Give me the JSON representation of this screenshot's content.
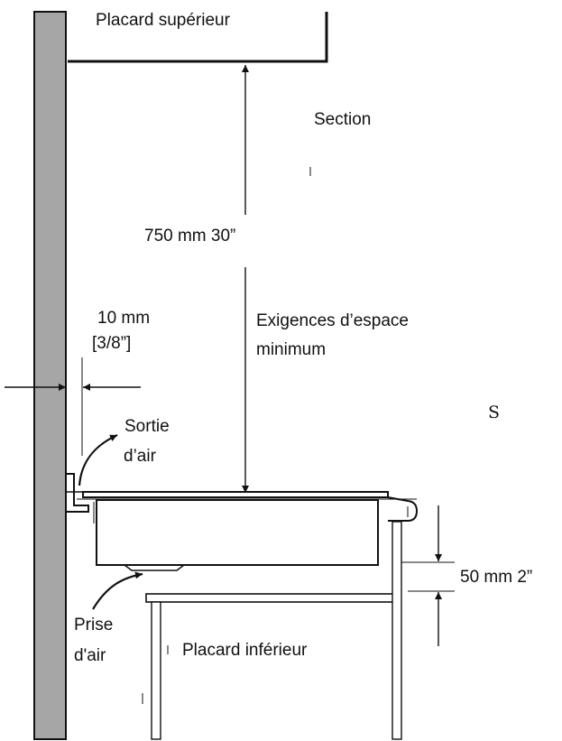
{
  "labels": {
    "upper_cabinet": "Placard supérieur",
    "section": "Section",
    "height_clearance": "750 mm 30”",
    "gap_line1": "10 mm",
    "gap_line2": "[3/8”]",
    "min_space_line1": "Exigences d’espace",
    "min_space_line2": "minimum",
    "s_mark": "S",
    "air_outlet_line1": "Sortie",
    "air_outlet_line2": "d’air",
    "drop_clearance": "50 mm 2”",
    "air_intake_line1": "Prise",
    "air_intake_line2": "d'air",
    "lower_cabinet": "Placard inférieur"
  },
  "colors": {
    "wall_fill": "#a6a6a6",
    "stroke": "#111111"
  }
}
